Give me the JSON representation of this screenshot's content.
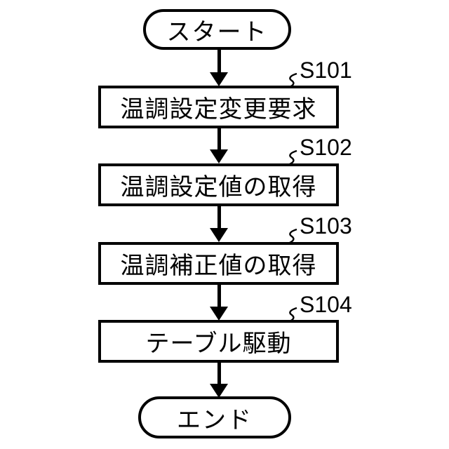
{
  "flowchart": {
    "title_implicit": "",
    "start_label": "スタート",
    "end_label": "エンド",
    "steps": [
      {
        "id": "S101",
        "label": "温調設定変更要求"
      },
      {
        "id": "S102",
        "label": "温調設定値の取得"
      },
      {
        "id": "S103",
        "label": "温調補正値の取得"
      },
      {
        "id": "S104",
        "label": "テーブル駆動"
      }
    ],
    "colors": {
      "ink": "#000000",
      "background": "#ffffff"
    }
  }
}
